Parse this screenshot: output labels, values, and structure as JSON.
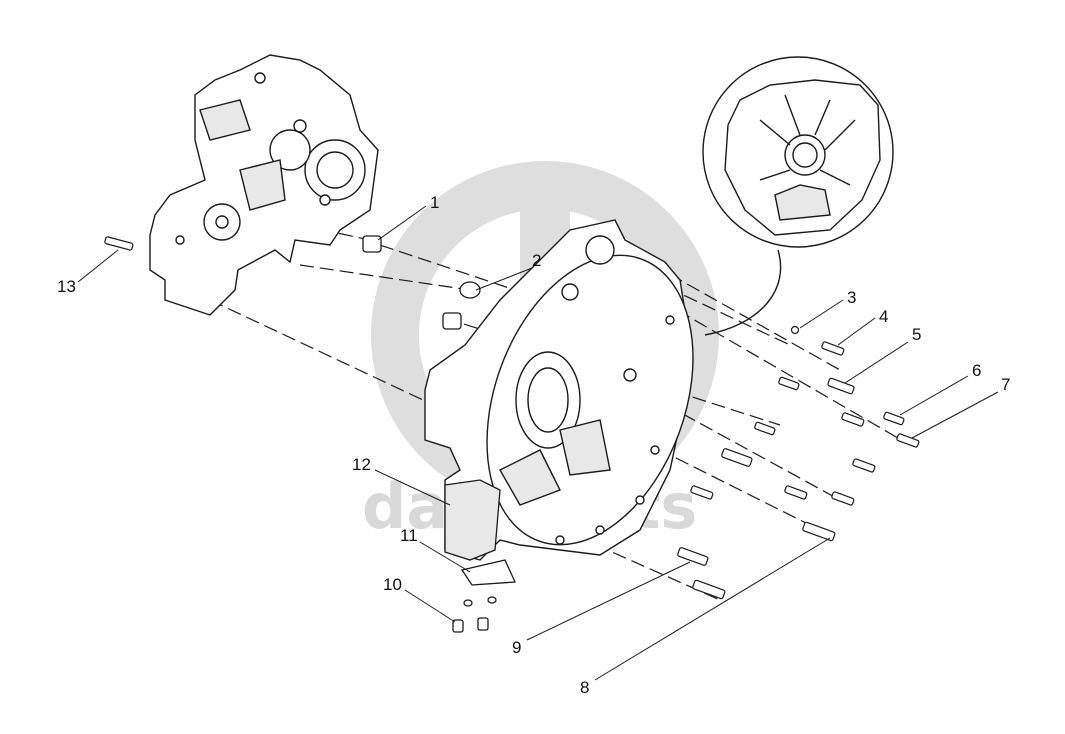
{
  "watermark": {
    "text": "datzparts",
    "color": "#d9d9d9"
  },
  "callouts": [
    {
      "id": "1",
      "label": "1"
    },
    {
      "id": "2",
      "label": "2"
    },
    {
      "id": "3",
      "label": "3"
    },
    {
      "id": "4",
      "label": "4"
    },
    {
      "id": "5",
      "label": "5"
    },
    {
      "id": "6",
      "label": "6"
    },
    {
      "id": "7",
      "label": "7"
    },
    {
      "id": "8",
      "label": "8"
    },
    {
      "id": "9",
      "label": "9"
    },
    {
      "id": "10",
      "label": "10"
    },
    {
      "id": "11",
      "label": "11"
    },
    {
      "id": "12",
      "label": "12"
    },
    {
      "id": "13",
      "label": "13"
    }
  ],
  "colors": {
    "line": "#1a1a1a",
    "part_fill": "#ffffff",
    "shade": "#e8e8e8"
  }
}
